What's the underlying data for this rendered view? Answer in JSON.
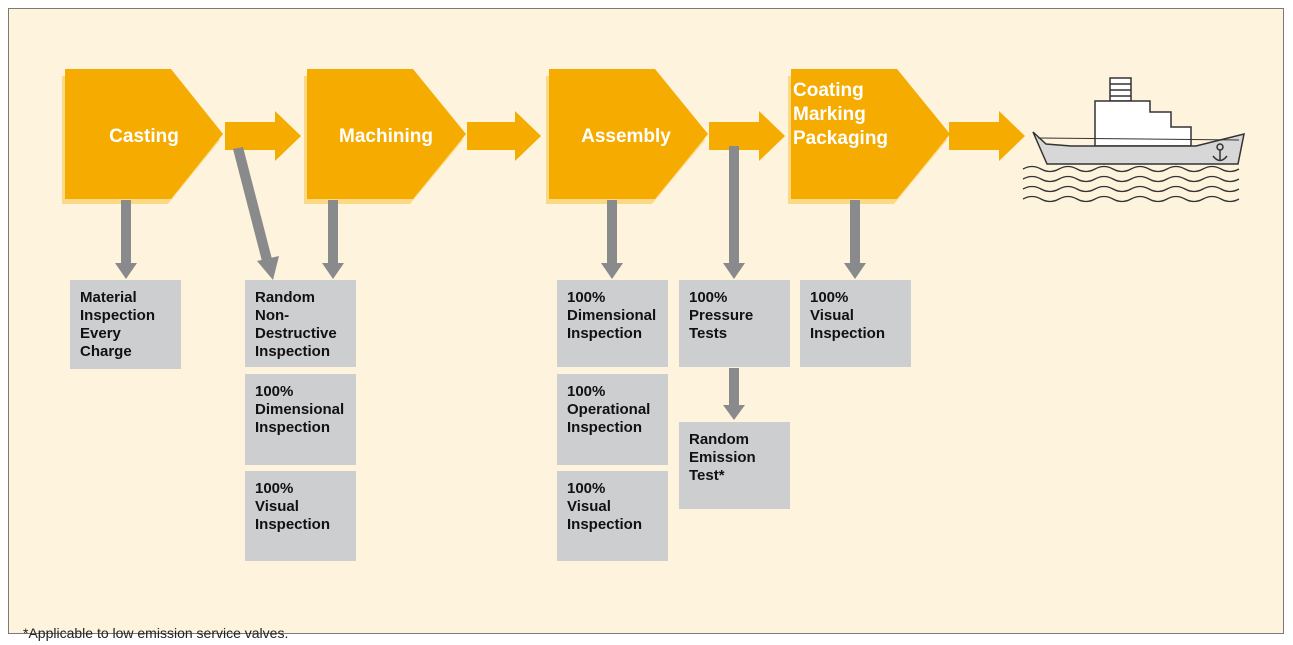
{
  "stages": [
    {
      "key": "casting",
      "label": "Casting"
    },
    {
      "key": "machining",
      "label": "Machining"
    },
    {
      "key": "assembly",
      "label": "Assembly"
    },
    {
      "key": "coating",
      "label": "Coating\nMarking\nPackaging"
    }
  ],
  "inspections": {
    "casting": [
      "Material\nInspection\nEvery\nCharge"
    ],
    "machining": [
      "Random\nNon-\nDestructive\nInspection",
      "100%\nDimensional\nInspection",
      "100%\nVisual\nInspection"
    ],
    "assembly": [
      "100%\nDimensional\nInspection",
      "100%\nOperational\nInspection",
      "100%\nVisual\nInspection"
    ],
    "pressure": [
      "100%\nPressure\nTests",
      "Random\nEmission\nTest*"
    ],
    "coating": [
      "100%\nVisual\nInspection"
    ]
  },
  "footnote": "*Applicable to low emission service valves.",
  "colors": {
    "stage": "#f5ab00",
    "stage_shadow": "#fbd986",
    "arrow_gray": "#898a8c",
    "box": "#cdcecf",
    "background": "#fef3dc"
  },
  "icons": {
    "ship": "ship-icon"
  }
}
